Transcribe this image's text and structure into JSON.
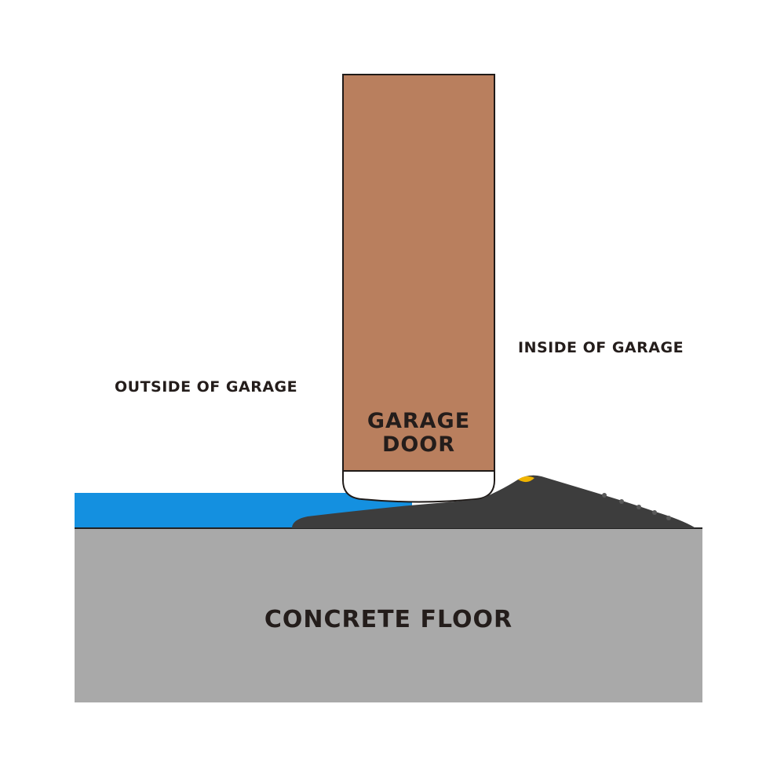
{
  "labels": {
    "outside": "OUTSIDE OF GARAGE",
    "inside": "INSIDE OF GARAGE",
    "door_line1": "GARAGE",
    "door_line2": "DOOR",
    "floor": "CONCRETE FLOOR"
  },
  "colors": {
    "door": "#b97f5e",
    "door_outline": "#1f1a18",
    "door_seal": "#ffffff",
    "water": "#1490e0",
    "threshold_seal": "#3d3d3d",
    "seal_marker": "#f0b400",
    "floor": "#a9a9a9",
    "floor_line": "#222222",
    "text": "#241d1b"
  }
}
